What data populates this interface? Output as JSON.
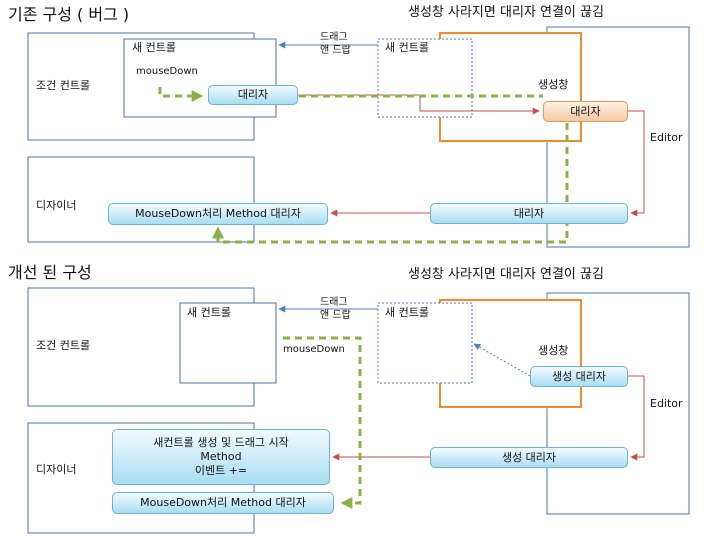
{
  "top": {
    "title": "기존 구성 ( 버그 )",
    "caption": "생성창 사라지면 대리자 연결이 끊김",
    "condition_control": "조건 컨트롤",
    "designer": "디자이너",
    "new_control": "새 컨트롤",
    "mouse_down": "mouseDown",
    "proxy": "대리자",
    "drag_drop_1": "드래그",
    "drag_drop_2": "앤 드랍",
    "ghost_new_control": "새 컨트롤",
    "creation_window": "생성창",
    "creation_proxy": "대리자",
    "editor": "Editor",
    "designer_handler": "MouseDown처리 Method 대리자",
    "editor_proxy": "대리자"
  },
  "bottom": {
    "title": "개선 된 구성",
    "caption": "생성창 사라지면 대리자 연결이 끊김",
    "condition_control": "조건 컨트롤",
    "designer": "디자이너",
    "new_control": "새 컨트롤",
    "mouse_down": "mouseDown",
    "drag_drop_1": "드래그",
    "drag_drop_2": "앤 드랍",
    "ghost_new_control": "새 컨트롤",
    "creation_window": "생성창",
    "creation_proxy": "생성 대리자",
    "editor": "Editor",
    "event_line1": "새컨트롤 생성 및 드래그 시작",
    "event_line2": "Method",
    "event_line3": "이벤트 +=",
    "designer_handler": "MouseDown처리 Method 대리자",
    "editor_proxy": "생성 대리자"
  },
  "colors": {
    "box_border": "#4a73a8",
    "orange_frame": "#f08a2a",
    "dashed_arrow": "#8bb04a",
    "red_arrow": "#c0504d",
    "blue_arrow": "#4f81bd"
  }
}
